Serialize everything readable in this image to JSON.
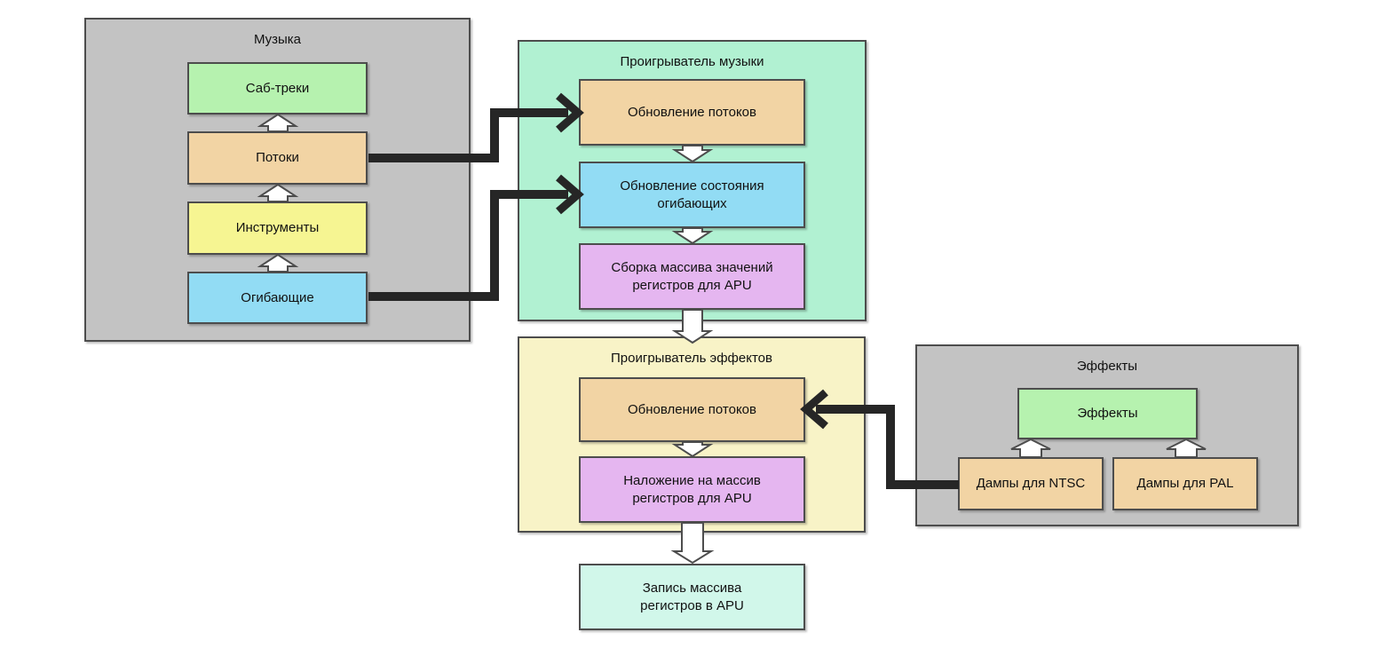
{
  "colors": {
    "container_gray": "#c3c3c3",
    "container_mint": "#b1f1d2",
    "container_cream": "#f8f3c7",
    "node_green": "#b6f2af",
    "node_tan": "#f2d4a4",
    "node_yellow": "#f6f592",
    "node_blue": "#92dcf4",
    "node_purple": "#e5b6f0",
    "node_cyan": "#d1f7ea",
    "border": "#4d4d4d",
    "connector": "#262626",
    "arrow_fill": "#ffffff"
  },
  "music": {
    "title": "Музыка",
    "nodes": {
      "sub_tracks": "Саб-треки",
      "streams": "Потоки",
      "instruments": "Инструменты",
      "envelopes": "Огибающие"
    }
  },
  "music_player": {
    "title": "Проигрыватель музыки",
    "nodes": {
      "update_streams": "Обновление потоков",
      "update_envelopes": "Обновление состояния огибающих",
      "build_array": "Сборка массива значений регистров для APU"
    }
  },
  "effects_player": {
    "title": "Проигрыватель эффектов",
    "nodes": {
      "update_streams": "Обновление потоков",
      "overlay_array": "Наложение на массив регистров для APU"
    }
  },
  "effects": {
    "title": "Эффекты",
    "nodes": {
      "effects": "Эффекты",
      "dumps_ntsc": "Дампы для NTSC",
      "dumps_pal": "Дампы для PAL"
    }
  },
  "output": {
    "write_apu": "Запись массива регистров в APU"
  }
}
